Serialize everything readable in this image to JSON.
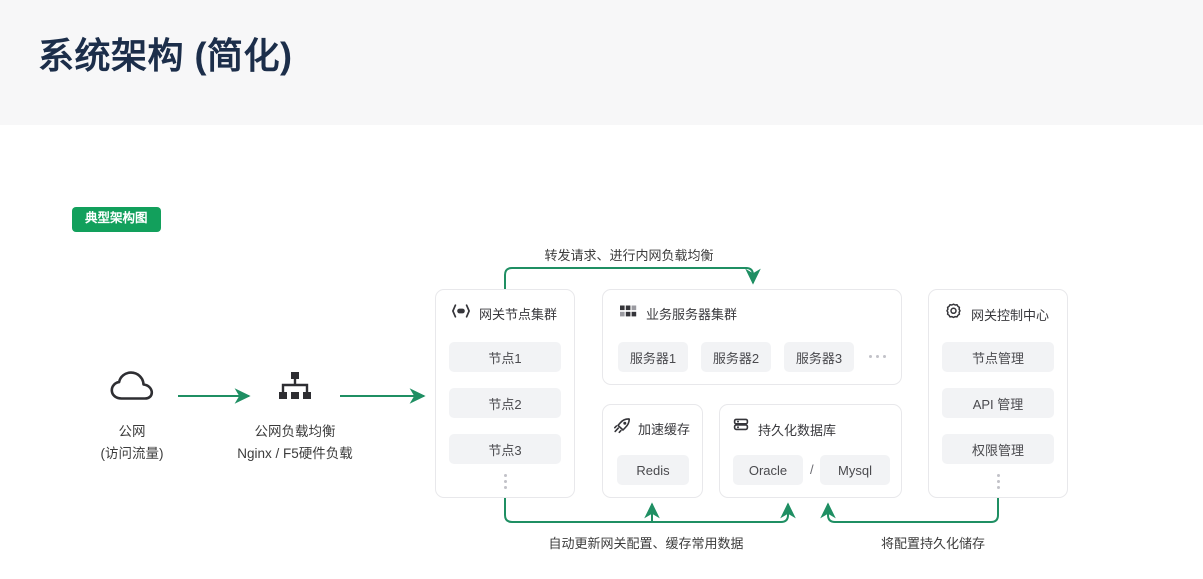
{
  "header": {
    "title": "系统架构 (简化)",
    "band_color": "#f7f7f8",
    "title_color": "#1c2e4a"
  },
  "badge": {
    "label": "典型架构图",
    "color": "#12a05c"
  },
  "theme": {
    "accent_green": "#1f8f63",
    "chip_bg": "#f2f3f5",
    "card_border": "#e8e8eb",
    "text": "#3c3c3c"
  },
  "flow": {
    "nodes": [
      {
        "icon": "cloud-icon",
        "lines": [
          "公网",
          "(访问流量)"
        ]
      },
      {
        "icon": "load-balancer-icon",
        "lines": [
          "公网负载均衡",
          "Nginx / F5硬件负载"
        ]
      }
    ],
    "arrows": [
      "arrow-cloud-to-lb",
      "arrow-lb-to-gateway"
    ]
  },
  "cards": [
    {
      "id": "gateway-cluster",
      "icon": "gateway-icon",
      "title": "网关节点集群",
      "chips": [
        "节点1",
        "节点2",
        "节点3"
      ],
      "overflow": "vertical-ellipsis"
    },
    {
      "id": "business-servers",
      "icon": "grid-apps-icon",
      "title": "业务服务器集群",
      "chips": [
        "服务器1",
        "服务器2",
        "服务器3"
      ],
      "overflow": "horizontal-ellipsis"
    },
    {
      "id": "cache",
      "icon": "rocket-icon",
      "title": "加速缓存",
      "chips": [
        "Redis"
      ],
      "overflow": "none"
    },
    {
      "id": "database",
      "icon": "database-icon",
      "title": "持久化数据库",
      "chips": [
        "Oracle",
        "Mysql"
      ],
      "separator": "/",
      "overflow": "none"
    },
    {
      "id": "gateway-control-center",
      "icon": "gear-icon",
      "title": "网关控制中心",
      "chips": [
        "节点管理",
        "API 管理",
        "权限管理"
      ],
      "overflow": "vertical-ellipsis"
    }
  ],
  "connectors": [
    {
      "id": "top-connector",
      "label": "转发请求、进行内网负载均衡",
      "from": "gateway-cluster",
      "to": "business-servers"
    },
    {
      "id": "bottom-left-connector",
      "label": "自动更新网关配置、缓存常用数据",
      "from": "gateway-cluster",
      "to": "cache-and-database"
    },
    {
      "id": "bottom-right-connector",
      "label": "将配置持久化储存",
      "from": "gateway-control-center",
      "to": "database"
    }
  ]
}
